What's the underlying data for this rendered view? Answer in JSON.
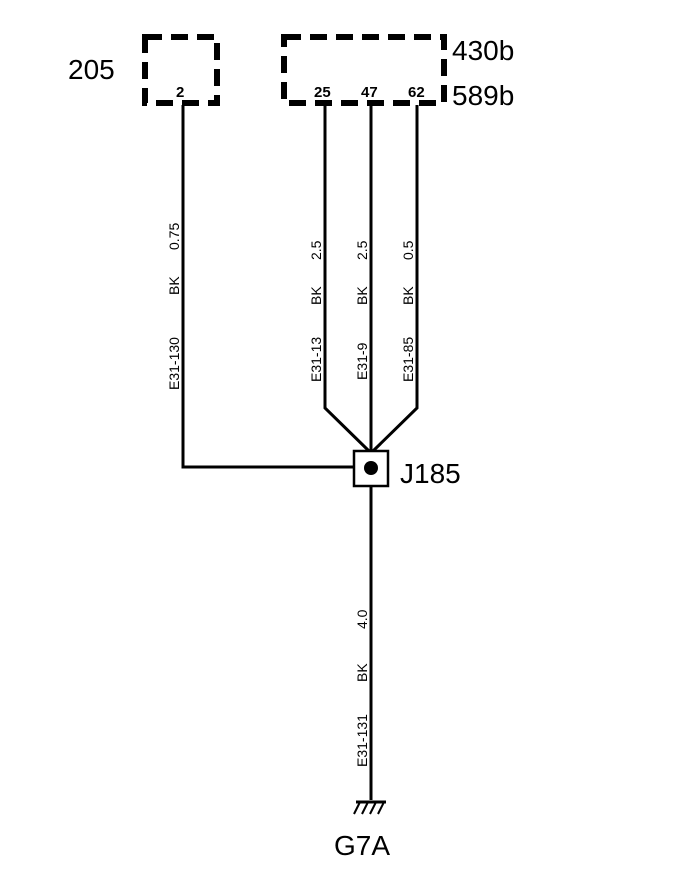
{
  "connector_205": {
    "id": "205",
    "pin": "2"
  },
  "connector_430b": {
    "id_top": "430b",
    "id_bottom": "589b",
    "pins": [
      "25",
      "47",
      "62"
    ]
  },
  "wires": [
    {
      "circuit": "E31-130",
      "color": "BK",
      "gauge": "0.75"
    },
    {
      "circuit": "E31-13",
      "color": "BK",
      "gauge": "2.5"
    },
    {
      "circuit": "E31-9",
      "color": "BK",
      "gauge": "2.5"
    },
    {
      "circuit": "E31-85",
      "color": "BK",
      "gauge": "0.5"
    },
    {
      "circuit": "E31-131",
      "color": "BK",
      "gauge": "4.0"
    }
  ],
  "splice": {
    "id": "J185"
  },
  "ground": {
    "id": "G7A"
  }
}
